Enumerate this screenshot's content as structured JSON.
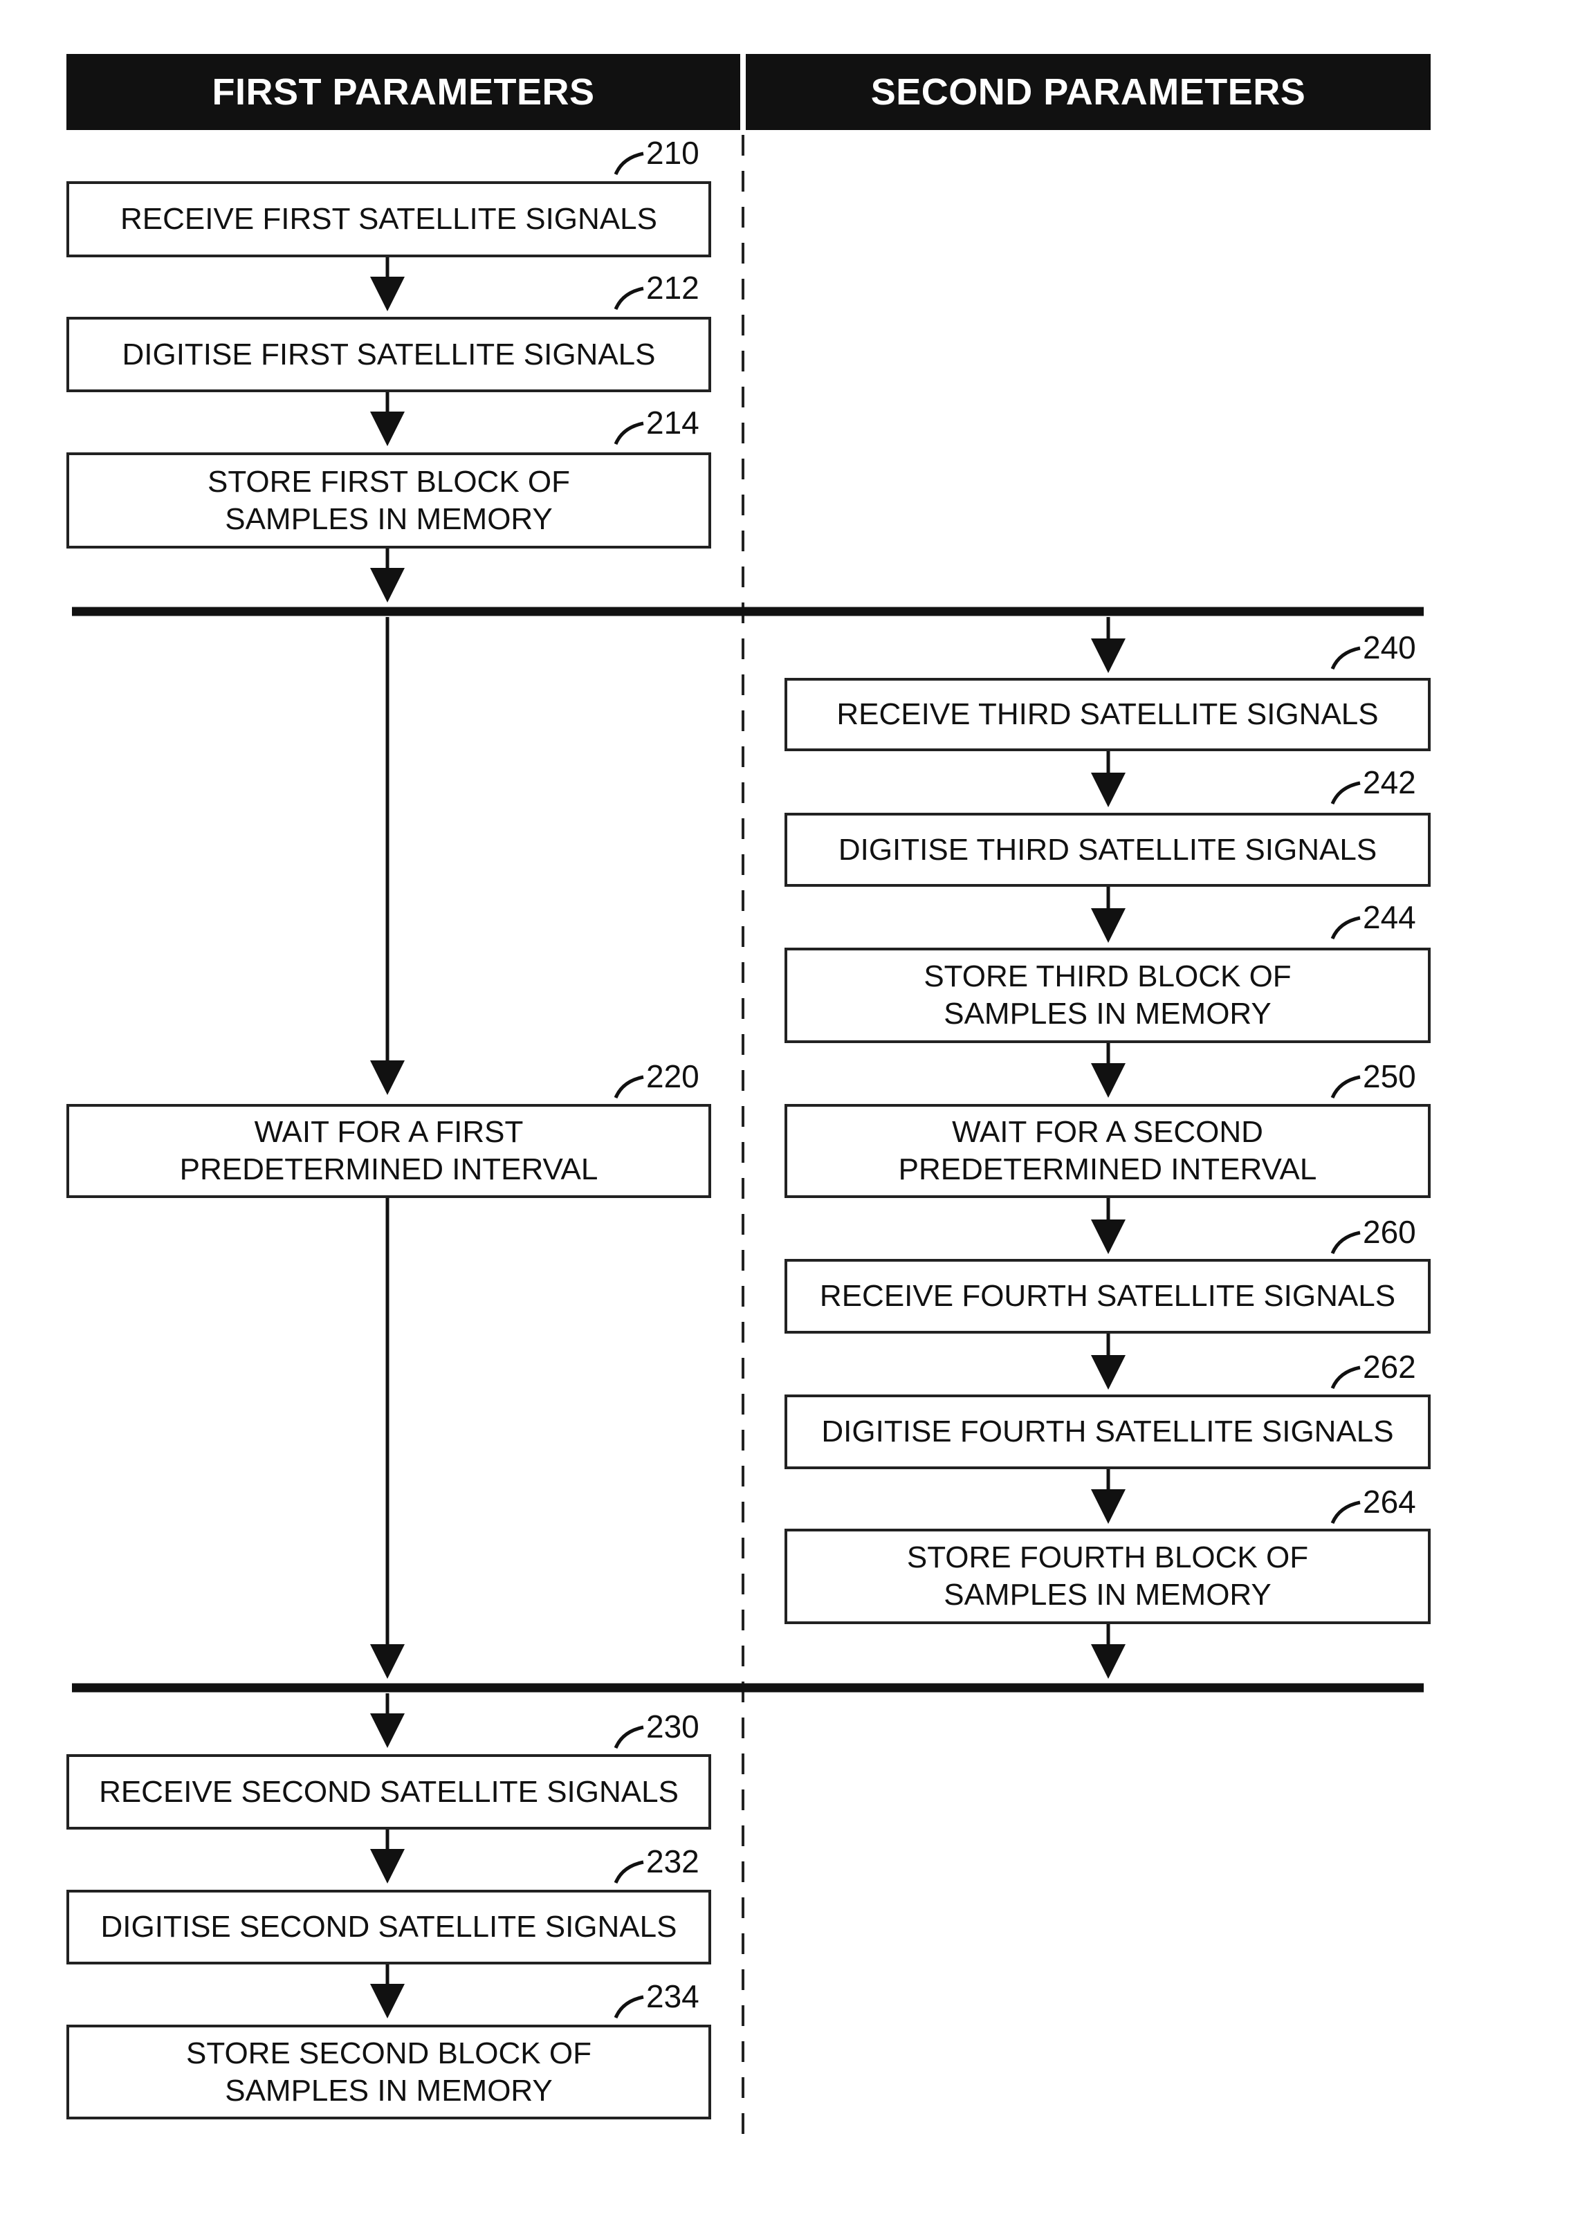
{
  "headers": {
    "first": "FIRST PARAMETERS",
    "second": "SECOND PARAMETERS"
  },
  "steps": {
    "s210": {
      "ref": "210",
      "line1": "RECEIVE FIRST SATELLITE SIGNALS",
      "line2": ""
    },
    "s212": {
      "ref": "212",
      "line1": "DIGITISE FIRST SATELLITE SIGNALS",
      "line2": ""
    },
    "s214": {
      "ref": "214",
      "line1": "STORE FIRST BLOCK OF",
      "line2": "SAMPLES IN MEMORY"
    },
    "s220": {
      "ref": "220",
      "line1": "WAIT FOR A FIRST",
      "line2": "PREDETERMINED INTERVAL"
    },
    "s230": {
      "ref": "230",
      "line1": "RECEIVE SECOND SATELLITE SIGNALS",
      "line2": ""
    },
    "s232": {
      "ref": "232",
      "line1": "DIGITISE SECOND SATELLITE SIGNALS",
      "line2": ""
    },
    "s234": {
      "ref": "234",
      "line1": "STORE SECOND BLOCK OF",
      "line2": "SAMPLES IN MEMORY"
    },
    "s240": {
      "ref": "240",
      "line1": "RECEIVE THIRD SATELLITE SIGNALS",
      "line2": ""
    },
    "s242": {
      "ref": "242",
      "line1": "DIGITISE THIRD SATELLITE SIGNALS",
      "line2": ""
    },
    "s244": {
      "ref": "244",
      "line1": "STORE THIRD BLOCK OF",
      "line2": "SAMPLES IN MEMORY"
    },
    "s250": {
      "ref": "250",
      "line1": "WAIT FOR A SECOND",
      "line2": "PREDETERMINED INTERVAL"
    },
    "s260": {
      "ref": "260",
      "line1": "RECEIVE FOURTH SATELLITE SIGNALS",
      "line2": ""
    },
    "s262": {
      "ref": "262",
      "line1": "DIGITISE FOURTH SATELLITE SIGNALS",
      "line2": ""
    },
    "s264": {
      "ref": "264",
      "line1": "STORE FOURTH BLOCK OF",
      "line2": "SAMPLES IN MEMORY"
    }
  }
}
